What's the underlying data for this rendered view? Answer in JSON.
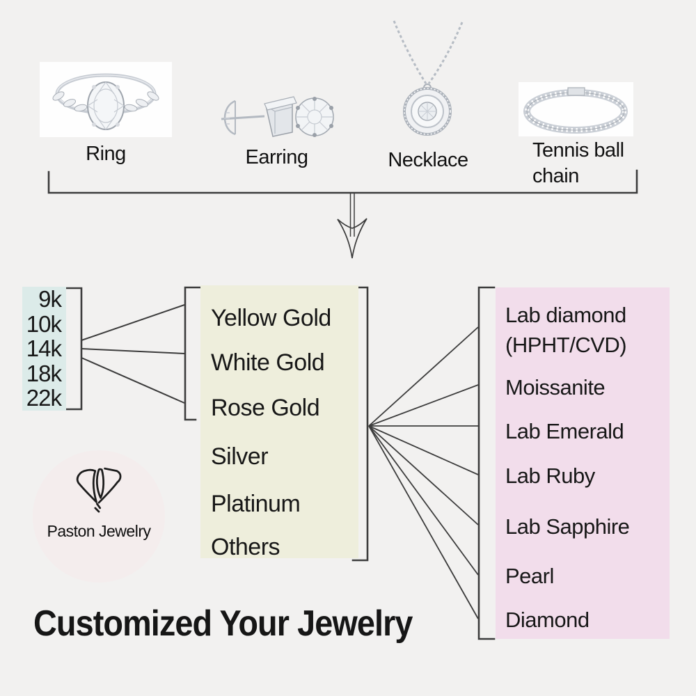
{
  "products": {
    "items": [
      {
        "label": "Ring"
      },
      {
        "label": "Earring"
      },
      {
        "label": "Necklace"
      },
      {
        "label": "Tennis ball chain"
      }
    ]
  },
  "karat_box": {
    "items": [
      "9k",
      "10k",
      "14k",
      "18k",
      "22k"
    ]
  },
  "metal_box": {
    "items": [
      "Yellow Gold",
      "White Gold",
      "Rose Gold",
      "Silver",
      "Platinum",
      "Others"
    ]
  },
  "gem_box": {
    "items": [
      "Lab diamond\n(HPHT/CVD)",
      "Moissanite",
      "Lab Emerald",
      "Lab Ruby",
      "Lab Sapphire",
      "Pearl",
      "Diamond"
    ]
  },
  "logo": {
    "brand": "Paston Jewelry"
  },
  "footer": {
    "title": "Customized Your Jewelry"
  },
  "colors": {
    "background": "#f2f1f0",
    "karat_box": "#dcebe9",
    "metal_box": "#eeeedc",
    "gem_box": "#f2ddeb",
    "connector_line": "#3c3c3c",
    "photo_box": "#fefefe"
  }
}
